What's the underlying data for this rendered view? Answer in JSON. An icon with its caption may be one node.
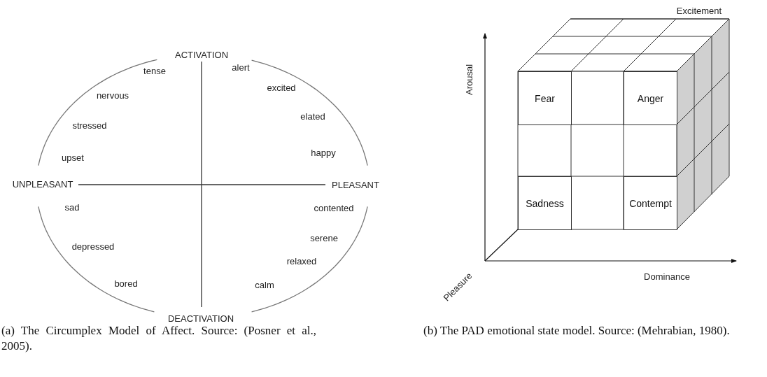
{
  "diagram": {
    "nodes": [
      {
        "text": [
          "Fear"
        ]
      },
      {
        "text": [
          "Anger"
        ]
      },
      {
        "text": [
          "Sadness"
        ]
      },
      {
        "text": [
          "Contempt"
        ]
      }
    ],
    "labels": [
      "ACTIVATION",
      "tense",
      "alert",
      "nervous",
      "excited",
      "stressed",
      "elated",
      "upset",
      "happy",
      "UNPLEASANT",
      "PLEASANT",
      "sad",
      "contented",
      "serene",
      "depressed",
      "relaxed",
      "bored",
      "calm",
      "DEACTIVATION",
      "Excitement",
      "Arousal",
      "Dominance",
      "Pleasure",
      "(a) The Circumplex Model of Affect. Source: (Posner et al., 2005).",
      "(b) The PAD emotional state model. Source: (Mehrabian, 1980)."
    ]
  }
}
